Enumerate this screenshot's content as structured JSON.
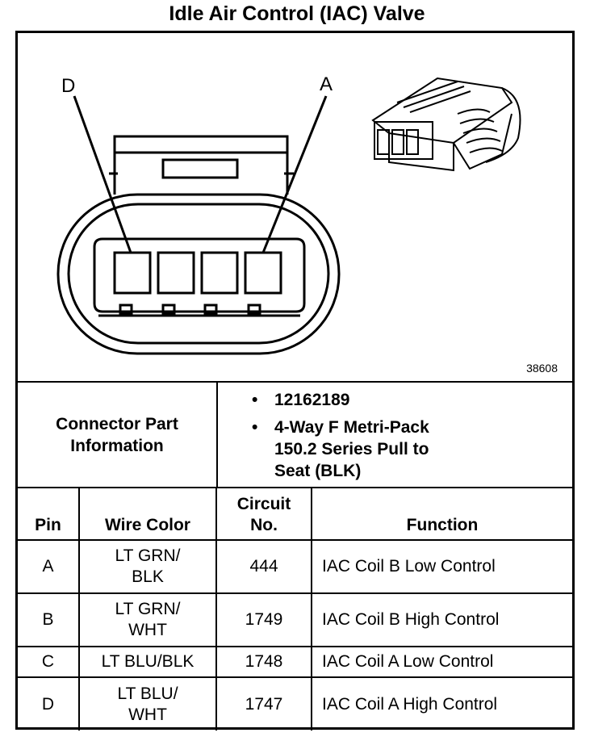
{
  "title": "Idle Air Control (IAC) Valve",
  "diagram": {
    "figure_number": "38608",
    "pin_label_left": "D",
    "pin_label_right": "A"
  },
  "connector_info": {
    "label": "Connector Part\nInformation",
    "items": [
      "12162189",
      "4-Way F Metri-Pack\n150.2 Series Pull to\nSeat (BLK)"
    ]
  },
  "table": {
    "headers": [
      "Pin",
      "Wire Color",
      "Circuit\nNo.",
      "Function"
    ],
    "rows": [
      [
        "A",
        "LT GRN/\nBLK",
        "444",
        "IAC Coil B Low Control"
      ],
      [
        "B",
        "LT GRN/\nWHT",
        "1749",
        "IAC Coil B High Control"
      ],
      [
        "C",
        "LT BLU/BLK",
        "1748",
        "IAC Coil A Low Control"
      ],
      [
        "D",
        "LT BLU/\nWHT",
        "1747",
        "IAC Coil A High Control"
      ]
    ]
  }
}
